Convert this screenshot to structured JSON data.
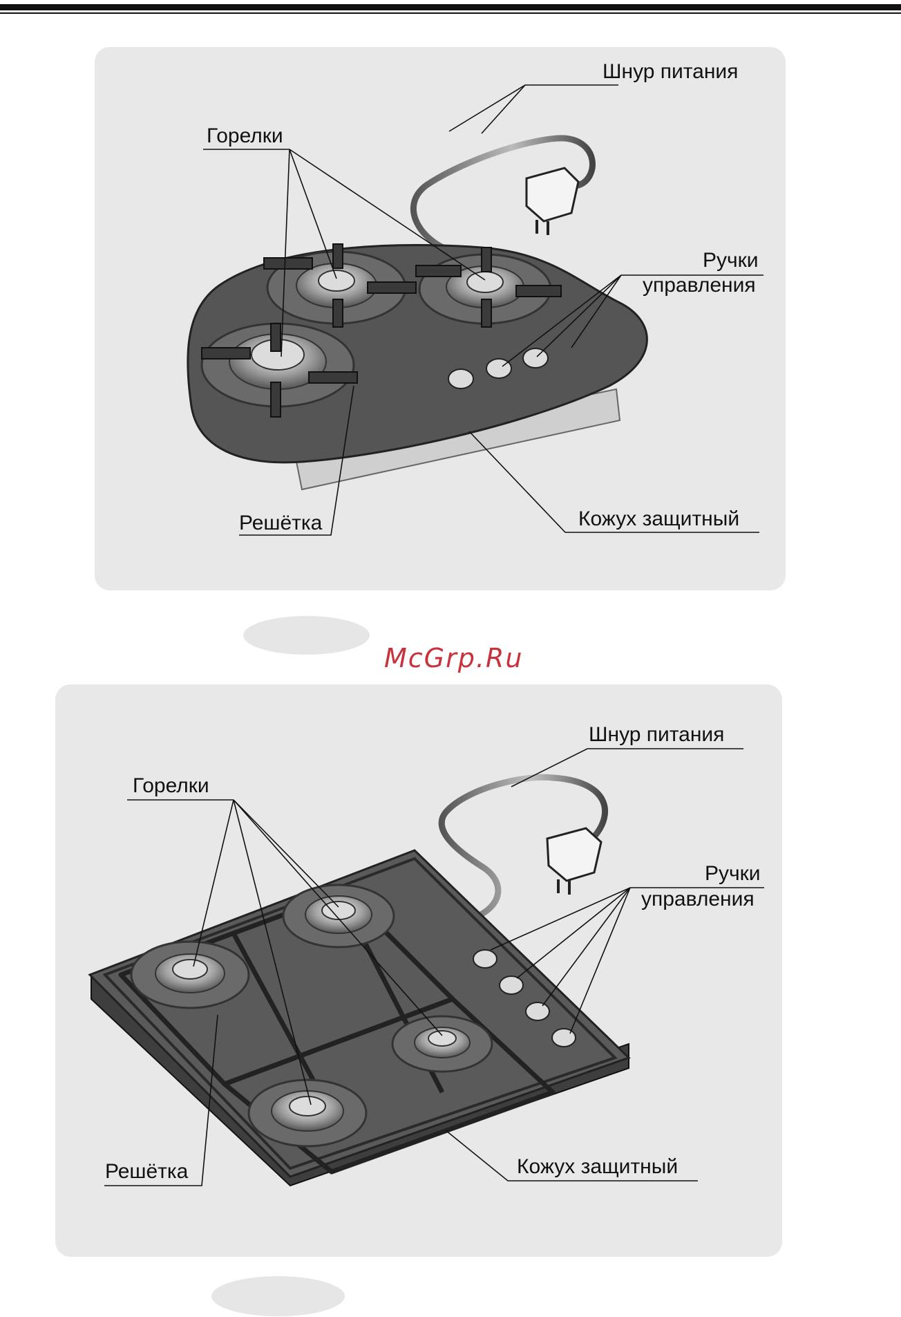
{
  "watermark": "McGrp.Ru",
  "figure_1": {
    "power_cord": "Шнур питания",
    "burners": "Горелки",
    "controls_line1": "Ручки",
    "controls_line2": "управления",
    "grate": "Решётка",
    "shield": "Кожух защитный"
  },
  "figure_2": {
    "power_cord": "Шнур питания",
    "burners": "Горелки",
    "controls_line1": "Ручки",
    "controls_line2": "управления",
    "grate": "Решётка",
    "shield": "Кожух защитный"
  },
  "colors": {
    "panel": "#e8e8e8",
    "hob": "#555555",
    "watermark": "#c8323c"
  }
}
